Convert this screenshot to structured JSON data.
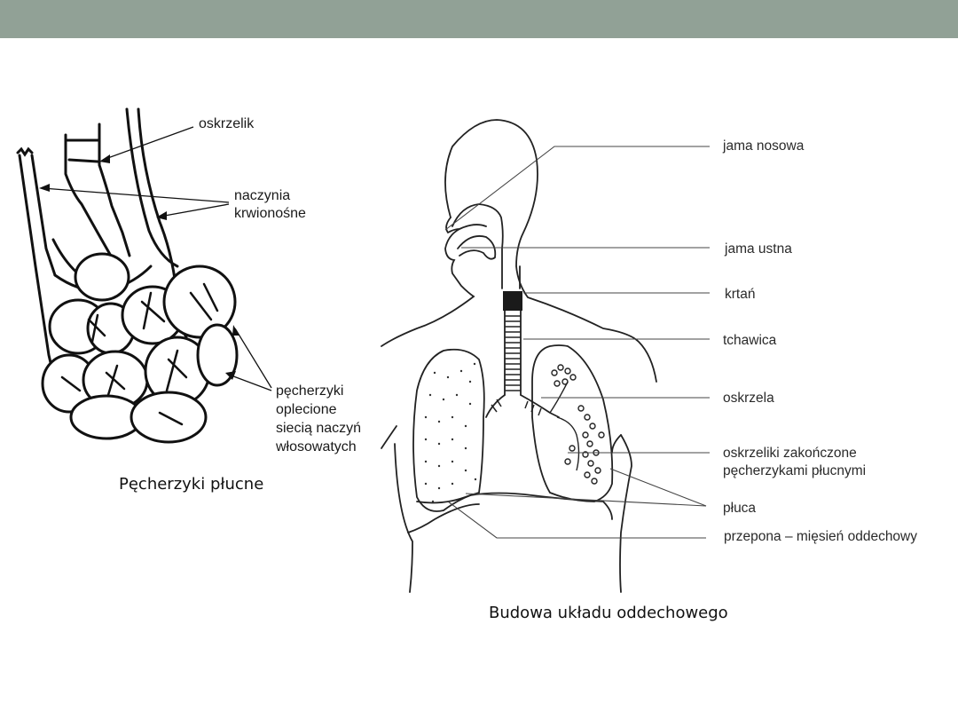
{
  "slide": {
    "header_bar_color": "#91a196",
    "background": "#ffffff"
  },
  "alveoli_diagram": {
    "caption": "Pęcherzyki płucne",
    "labels": {
      "bronchiole": "oskrzelik",
      "vessels_1": "naczynia",
      "vessels_2": "krwionośne",
      "alveoli_1": "pęcherzyki",
      "alveoli_2": "oplecione",
      "alveoli_3": "siecią naczyń",
      "alveoli_4": "włosowatych"
    }
  },
  "respiratory_diagram": {
    "caption": "Budowa układu oddechowego",
    "labels": {
      "nasal_cavity": "jama nosowa",
      "oral_cavity": "jama ustna",
      "larynx": "krtań",
      "trachea": "tchawica",
      "bronchi": "oskrzela",
      "bronchioles_1": "oskrzeliki zakończone",
      "bronchioles_2": "pęcherzykami płucnymi",
      "lungs": "płuca",
      "diaphragm": "przepona – mięsień oddechowy"
    }
  }
}
